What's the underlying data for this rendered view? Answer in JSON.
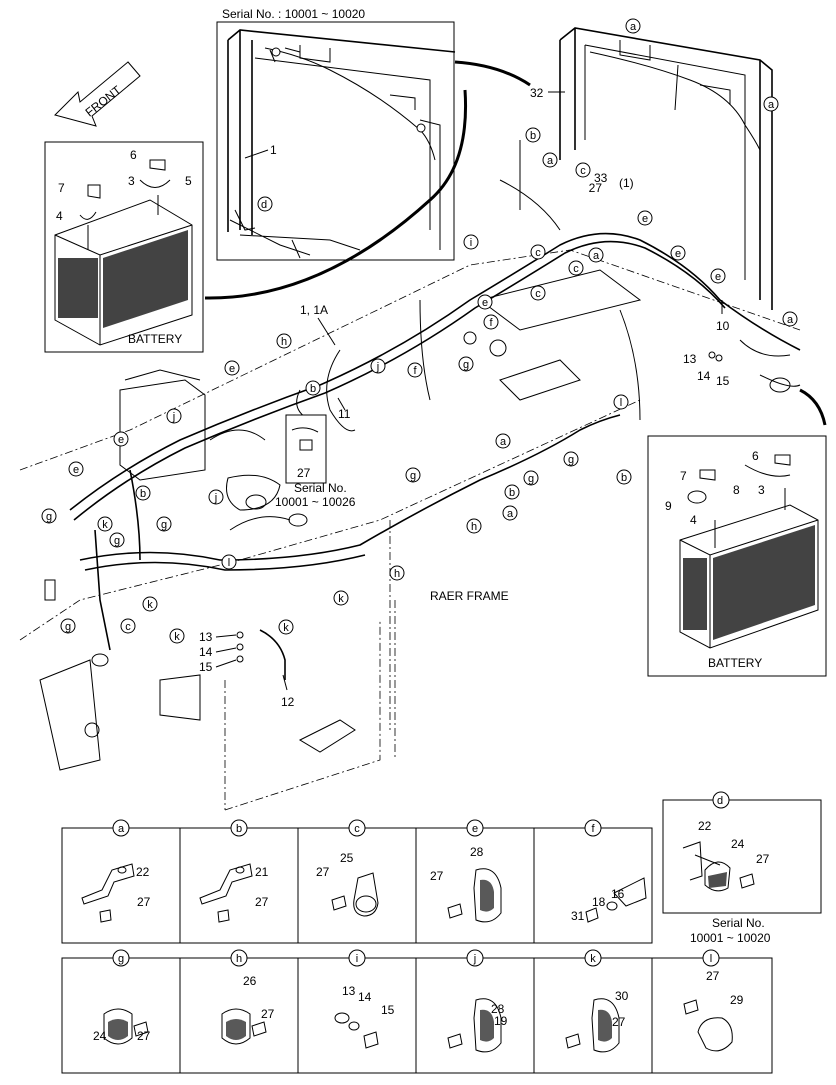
{
  "front_arrow": {
    "label": "FRONT"
  },
  "inset_top": {
    "serial": "Serial No. : 10001 ~ 10020",
    "callout": "1"
  },
  "battery_left": {
    "title": "BATTERY",
    "numbers": [
      "6",
      "7",
      "3",
      "5",
      "4"
    ]
  },
  "battery_right": {
    "title": "BATTERY",
    "numbers": [
      "7",
      "6",
      "9",
      "8",
      "3",
      "4"
    ]
  },
  "mid_inset": {
    "serial_line1": "Serial No.",
    "serial_line2": "10001 ~ 10026",
    "callout": "27"
  },
  "frame_label": "RAER FRAME",
  "main_callouts": {
    "c32": "32",
    "c1_1a": "1, 1A",
    "c11": "11",
    "c10": "10",
    "c13": "13",
    "c14": "14",
    "c15": "15",
    "c13b": "13",
    "c14b": "14",
    "c15b": "15",
    "c12": "12",
    "c33": "33",
    "c27": "27",
    "cparen1": "(1)"
  },
  "letters": [
    "a",
    "b",
    "c",
    "d",
    "e",
    "f",
    "g",
    "h",
    "i",
    "j",
    "k",
    "l"
  ],
  "detail_panels": [
    {
      "letter": "a",
      "parts": [
        "22",
        "27"
      ]
    },
    {
      "letter": "b",
      "parts": [
        "21",
        "27"
      ]
    },
    {
      "letter": "c",
      "parts": [
        "25",
        "27"
      ]
    },
    {
      "letter": "e",
      "parts": [
        "28",
        "27"
      ]
    },
    {
      "letter": "f",
      "parts": [
        "16",
        "18",
        "31"
      ]
    },
    {
      "letter": "g",
      "parts": [
        "24",
        "27"
      ]
    },
    {
      "letter": "h",
      "parts": [
        "26",
        "27"
      ]
    },
    {
      "letter": "i",
      "parts": [
        "13",
        "14",
        "15"
      ]
    },
    {
      "letter": "j",
      "parts": [
        "28",
        "19"
      ]
    },
    {
      "letter": "k",
      "parts": [
        "30",
        "27"
      ]
    },
    {
      "letter": "l",
      "parts": [
        "27",
        "29"
      ]
    }
  ],
  "detail_d": {
    "letter": "d",
    "parts": [
      "22",
      "24",
      "27"
    ],
    "serial_line1": "Serial No.",
    "serial_line2": "10001 ~ 10020"
  }
}
